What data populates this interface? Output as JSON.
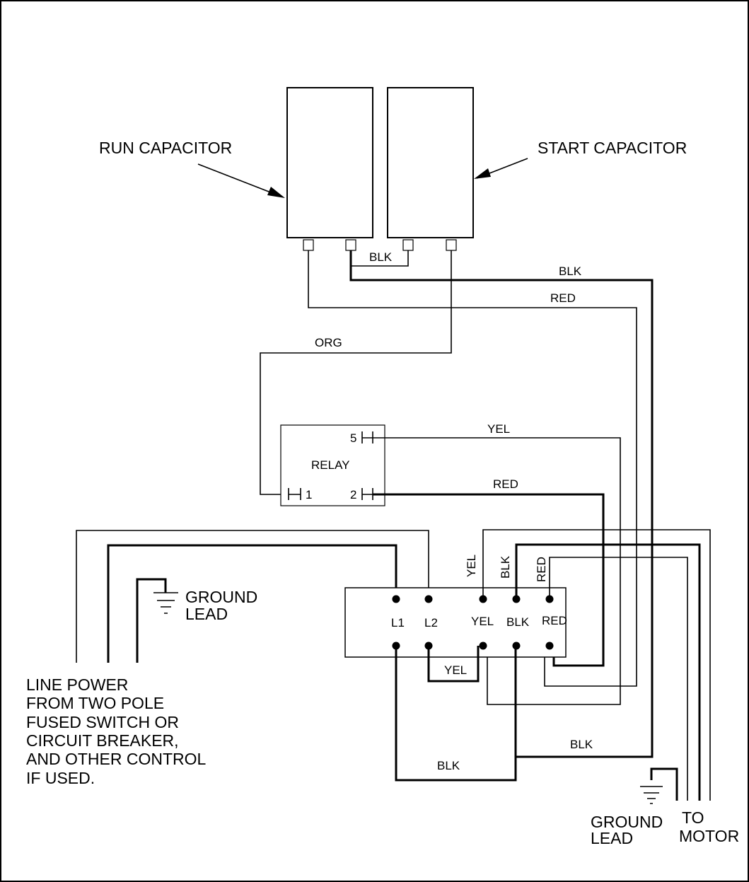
{
  "labels": {
    "run_capacitor": "RUN CAPACITOR",
    "start_capacitor": "START CAPACITOR",
    "relay": "RELAY",
    "relay_t5": "5",
    "relay_t1": "1",
    "relay_t2": "2",
    "ground_lead_left_1": "GROUND",
    "ground_lead_left_2": "LEAD",
    "ground_lead_right_1": "GROUND",
    "ground_lead_right_2": "LEAD",
    "to_motor_1": "TO",
    "to_motor_2": "MOTOR",
    "line_power": [
      "LINE POWER",
      "FROM TWO POLE",
      "FUSED SWITCH OR",
      "CIRCUIT BREAKER,",
      "AND OTHER CONTROL",
      "IF USED."
    ],
    "terminal_block": {
      "l1": "L1",
      "l2": "L2",
      "yel": "YEL",
      "blk": "BLK",
      "red": "RED"
    }
  },
  "wire_labels": {
    "cap_jumper": "BLK",
    "run_to_block_blk": "BLK",
    "run_to_block_red": "RED",
    "start_to_relay_org": "ORG",
    "relay5_yel": "YEL",
    "relay2_red": "RED",
    "block_vertical_yel": "YEL",
    "block_vertical_blk": "BLK",
    "block_vertical_red": "RED",
    "l2_jumper_yel": "YEL",
    "bottom_blk_right": "BLK",
    "bottom_blk_loop": "BLK"
  }
}
